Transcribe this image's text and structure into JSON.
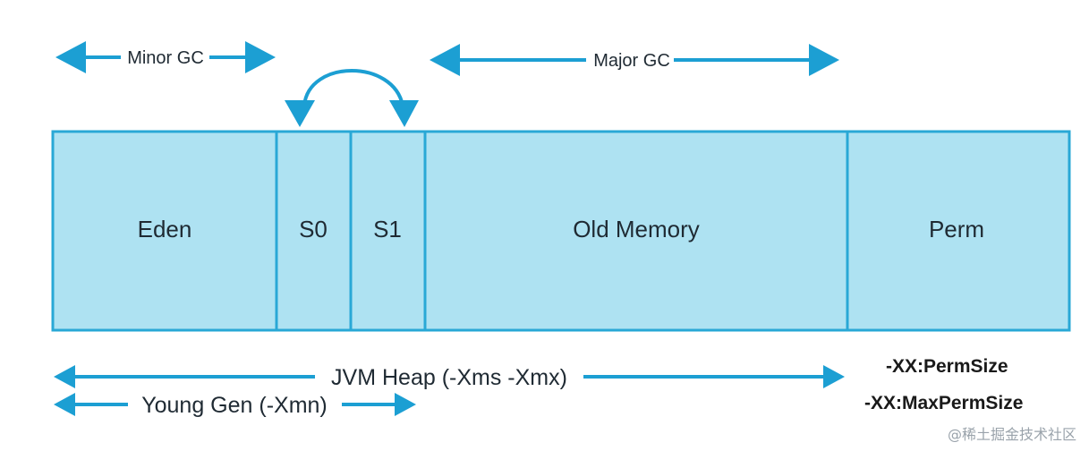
{
  "colors": {
    "fill": "#aee2f2",
    "stroke": "#29a8d6",
    "arrow": "#1c9fd3",
    "text": "#1f2a33"
  },
  "gc_labels": {
    "minor": "Minor GC",
    "major": "Major GC"
  },
  "segments": {
    "eden": "Eden",
    "s0": "S0",
    "s1": "S1",
    "old": "Old Memory",
    "perm": "Perm"
  },
  "ranges": {
    "heap": "JVM Heap (-Xms -Xmx)",
    "young": "Young Gen (-Xmn)"
  },
  "perm_flags": {
    "size": "-XX:PermSize",
    "max": "-XX:MaxPermSize"
  },
  "watermark": "@稀土掘金技术社区",
  "icons": [
    "double-arrow-icon",
    "swap-arrow-icon"
  ]
}
